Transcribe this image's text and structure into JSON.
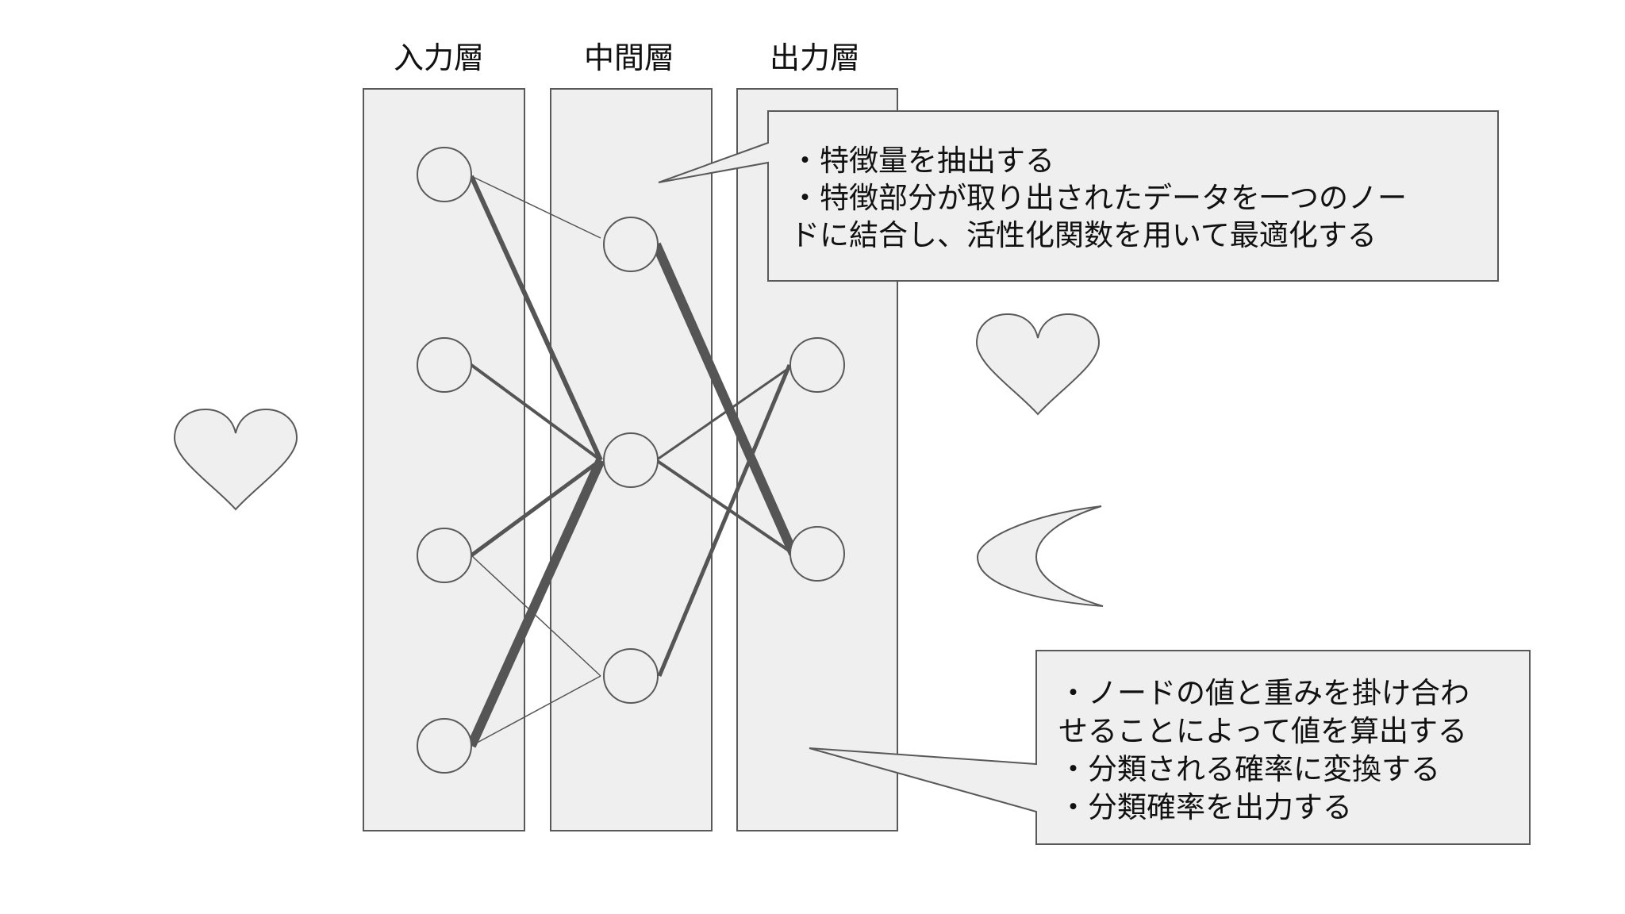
{
  "layers": [
    {
      "title": "入力層"
    },
    {
      "title": "中間層"
    },
    {
      "title": "出力層"
    }
  ],
  "callouts": [
    {
      "lines": [
        "・特徴量を抽出する",
        "・特徴部分が取り出されたデータを一つのノー",
        "ドに結合し、活性化関数を用いて最適化する"
      ]
    },
    {
      "lines": [
        "・ノードの値と重みを掛け合わ",
        "せることによって値を算出する",
        "・分類される確率に変換する",
        "・分類確率を出力する"
      ]
    }
  ],
  "shapes": {
    "input": "heart-icon",
    "output_1": "heart-icon",
    "output_2": "crescent-moon-icon"
  },
  "colors": {
    "panel_fill": "#efefef",
    "stroke": "#595959",
    "edge": "#555555",
    "text": "#111111"
  }
}
